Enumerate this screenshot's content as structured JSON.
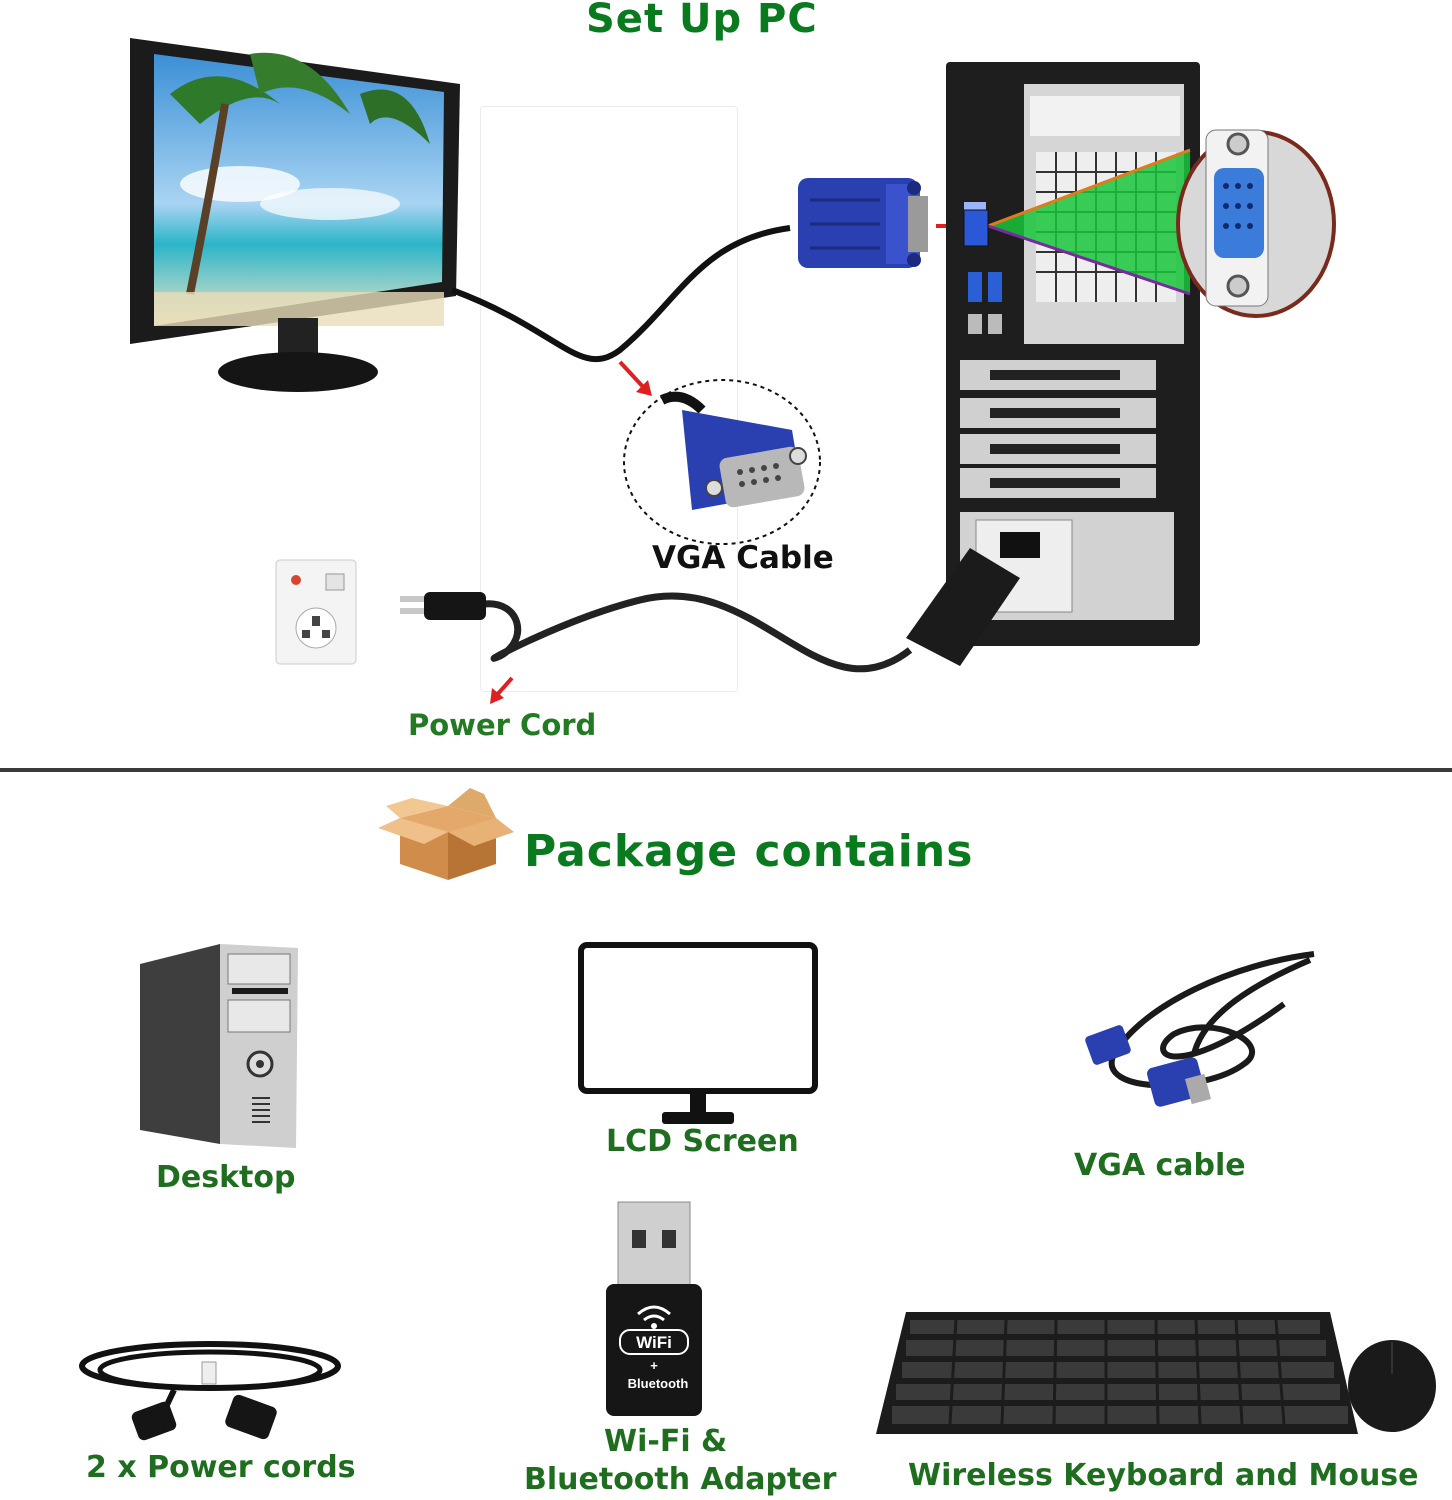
{
  "setup": {
    "title": "Set Up PC",
    "vga_cable_label": "VGA Cable",
    "power_cord_label": "Power Cord"
  },
  "package": {
    "title": "Package contains",
    "items": [
      {
        "label": "Desktop",
        "icon": "desktop-tower-icon"
      },
      {
        "label": "LCD Screen",
        "icon": "lcd-screen-icon"
      },
      {
        "label": "VGA cable",
        "icon": "vga-cable-icon"
      },
      {
        "label": "2 x Power cords",
        "icon": "power-cord-icon"
      },
      {
        "label": "Wi-Fi &",
        "label2": "Bluetooth Adapter",
        "icon": "wifi-bluetooth-adapter-icon"
      },
      {
        "label": "Wireless Keyboard and Mouse",
        "icon": "keyboard-mouse-icon"
      }
    ]
  },
  "adapter_text": {
    "wifi": "WiFi",
    "plus": "+",
    "bluetooth": "Bluetooth"
  },
  "colors": {
    "title_green": "#0a7a1e",
    "label_green": "#1f6e1f",
    "vga_blue": "#2a3fb0",
    "arrow_red": "#e02020"
  }
}
